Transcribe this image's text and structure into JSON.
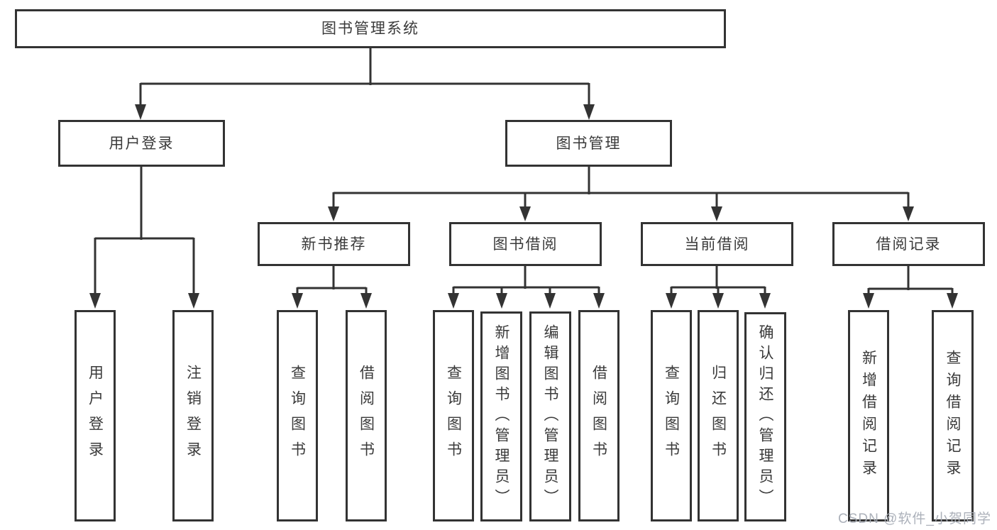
{
  "tree": {
    "label": "图书管理系统",
    "children": [
      {
        "label": "用户登录",
        "children": [
          {
            "label": "用户登录"
          },
          {
            "label": "注销登录"
          }
        ]
      },
      {
        "label": "图书管理",
        "children": [
          {
            "label": "新书推荐",
            "children": [
              {
                "label": "查询图书"
              },
              {
                "label": "借阅图书"
              }
            ]
          },
          {
            "label": "图书借阅",
            "children": [
              {
                "label": "查询图书"
              },
              {
                "label": "新增图书（管理员）"
              },
              {
                "label": "编辑图书（管理员）"
              },
              {
                "label": "借阅图书"
              }
            ]
          },
          {
            "label": "当前借阅",
            "children": [
              {
                "label": "查询图书"
              },
              {
                "label": "归还图书"
              },
              {
                "label": "确认归还（管理员）"
              }
            ]
          },
          {
            "label": "借阅记录",
            "children": [
              {
                "label": "新增借阅记录"
              },
              {
                "label": "查询借阅记录"
              }
            ]
          }
        ]
      }
    ]
  },
  "watermark": {
    "text": "CSDN @软件_小贺同学"
  },
  "colors": {
    "line": "#333333",
    "node_border": "#333333",
    "text": "#3a3a3a",
    "background": "#ffffff",
    "watermark": "#a8adb6"
  }
}
